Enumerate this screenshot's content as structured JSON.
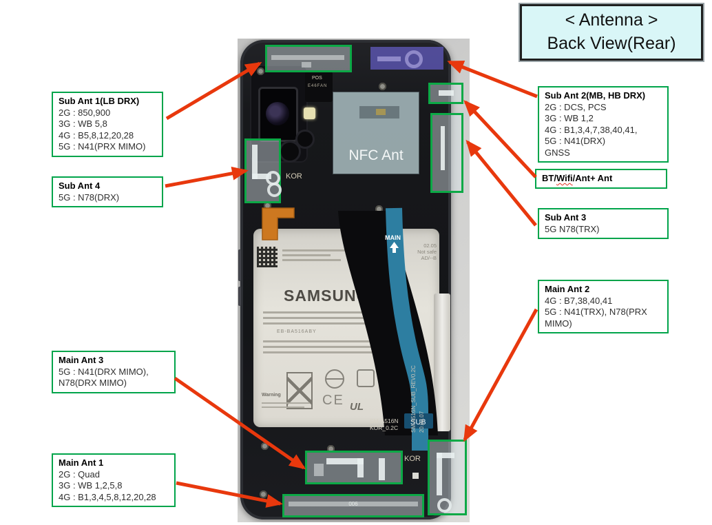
{
  "title": {
    "line1": "< Antenna >",
    "line2": "Back View(Rear)"
  },
  "labels": {
    "sub_ant_1": {
      "title": "Sub Ant 1(LB DRX)",
      "lines": [
        "2G : 850,900",
        "3G : WB 5,8",
        "4G : B5,8,12,20,28",
        "5G : N41(PRX MIMO)"
      ]
    },
    "sub_ant_4": {
      "title": "Sub Ant 4",
      "lines": [
        "5G : N78(DRX)"
      ]
    },
    "main_ant_3": {
      "title": "Main Ant 3",
      "lines": [
        "5G : N41(DRX MIMO),",
        "N78(DRX MIMO)"
      ]
    },
    "main_ant_1": {
      "title": "Main Ant 1",
      "lines": [
        "2G : Quad",
        "3G : WB 1,2,5,8",
        "4G : B1,3,4,5,8,12,20,28"
      ]
    },
    "sub_ant_2": {
      "title": "Sub Ant 2(MB, HB DRX)",
      "lines": [
        "2G : DCS, PCS",
        "3G : WB 1,2",
        "4G : B1,3,4,7,38,40,41,",
        "5G : N41(DRX)",
        "GNSS"
      ]
    },
    "bt_wifi_ant": {
      "pre": "BT/",
      "wavy": "Wifi",
      "post": "/Ant+ Ant"
    },
    "sub_ant_3": {
      "title": "Sub Ant 3",
      "lines": [
        "5G N78(TRX)"
      ]
    },
    "main_ant_2": {
      "title": "Main Ant 2",
      "lines": [
        "4G : B7,38,40,41",
        "5G : N41(TRX), N78(PRX",
        "MIMO)"
      ]
    }
  },
  "phone": {
    "nfc_label": "NFC Ant",
    "pos_text": "POS",
    "chip_text": "E46FAN",
    "kor_mid": "KOR",
    "kor_bottom": "KOR",
    "main_flex": "MAIN",
    "sub_flex": "SUB",
    "board_part": "SM-A516N",
    "board_rev": "KOR_0.2C",
    "flex_part": "SM-A516N_SUB_REV0.2C",
    "flex_date": "20.02.07",
    "antenna_code": "006",
    "battery": {
      "brand": "SAMSUNG",
      "model": "EB-BA516ABY",
      "warning": "Warning",
      "date": "02.05",
      "note": "Not safe",
      "code": "AD/--B",
      "ce": "CE",
      "ul": "UL"
    }
  },
  "colors": {
    "label_border": "#00a44a",
    "highlight_border": "#0ca946",
    "arrow": "#e8380d",
    "title_bg": "#d9f6f7",
    "nfc_overlay": "#9eb0b4",
    "sub_ant_2_overlay": "#5852a8"
  }
}
